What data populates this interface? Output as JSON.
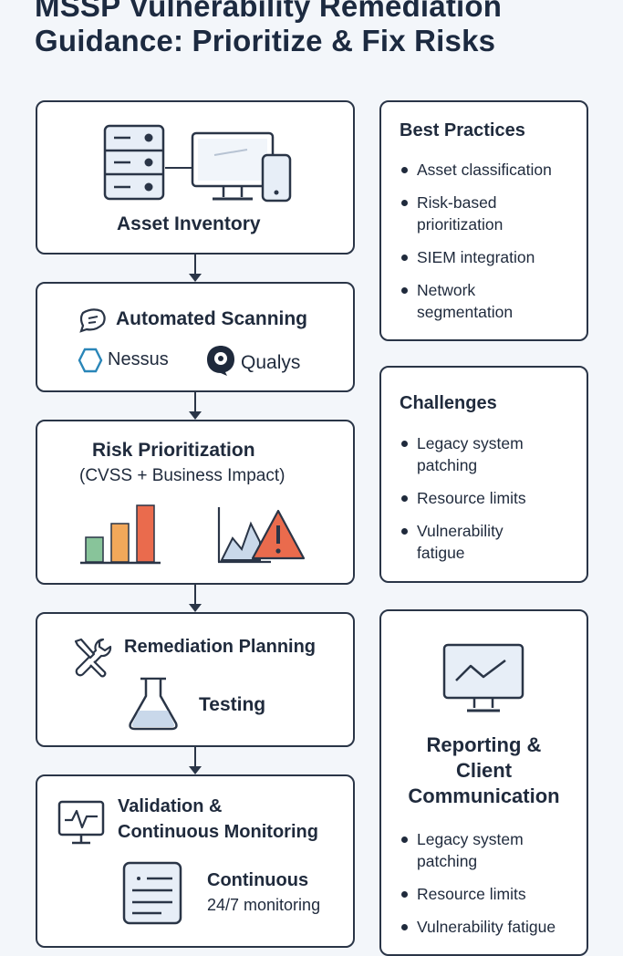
{
  "title": "MSSP Vulnerability Remediation Guidance: Prioritize & Fix Risks",
  "steps": {
    "asset_inventory": {
      "label": "Asset Inventory"
    },
    "automated_scanning": {
      "label": "Automated Scanning",
      "tool1": "Nessus",
      "tool2": "Qualys"
    },
    "risk_prioritization": {
      "label": "Risk Prioritization",
      "sublabel": "(CVSS + Business Impact)"
    },
    "remediation_planning": {
      "label": "Remediation Planning",
      "testing": "Testing"
    },
    "validation": {
      "label_line1": "Validation &",
      "label_line2": "Continuous Monitoring",
      "continuous": "Continuous",
      "monitoring": "24/7 monitoring"
    }
  },
  "best_practices": {
    "title": "Best Practices",
    "items": [
      "Asset classification",
      "Risk-based prioritization",
      "SIEM integration",
      "Network segmentation"
    ]
  },
  "challenges": {
    "title": "Challenges",
    "items": [
      "Legacy system patching",
      "Resource limits",
      "Vulnerability fatigue"
    ]
  },
  "reporting": {
    "title_line1": "Reporting &",
    "title_line2": "Client",
    "title_line3": "Communication",
    "items": [
      "Legacy system patching",
      "Resource limits",
      "Vulnerability fatigue"
    ]
  },
  "colors": {
    "border": "#2a3547",
    "bar_green": "#88c49a",
    "bar_orange": "#f2a85a",
    "bar_red": "#ea6b4d",
    "warning_red": "#ea6b4d",
    "icon_blue_fill": "#c9d8ea"
  }
}
